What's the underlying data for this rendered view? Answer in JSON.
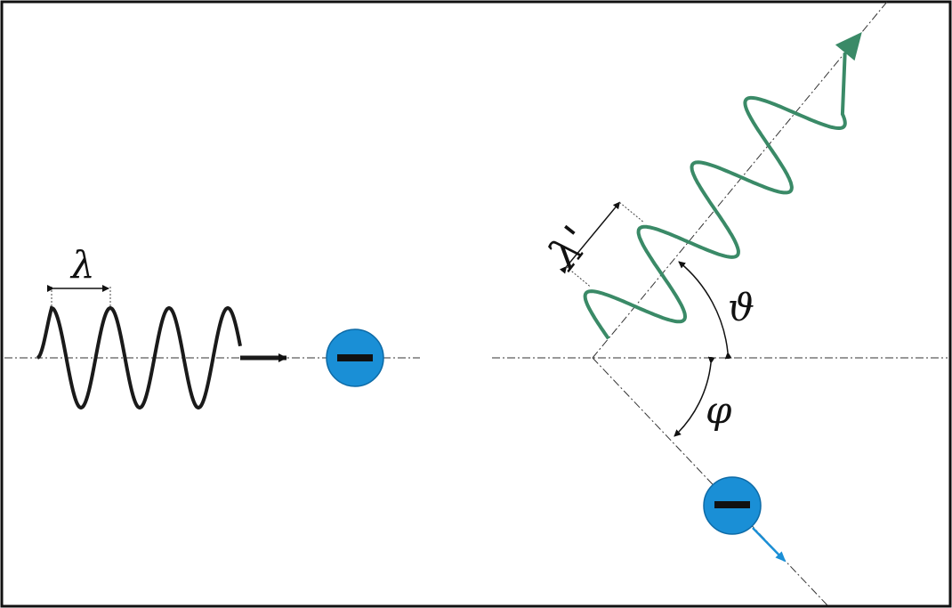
{
  "labels": {
    "incident_wavelength": "λ",
    "scattered_wavelength": "λ'",
    "photon_angle": "ϑ",
    "electron_angle": "φ",
    "electron_sign": "−"
  },
  "colors": {
    "incident_wave": "#1a1a1a",
    "scattered_wave": "#3a8a67",
    "electron": "#1a8fd6",
    "electron_velocity": "#1a8fd6",
    "axis": "#333333"
  }
}
